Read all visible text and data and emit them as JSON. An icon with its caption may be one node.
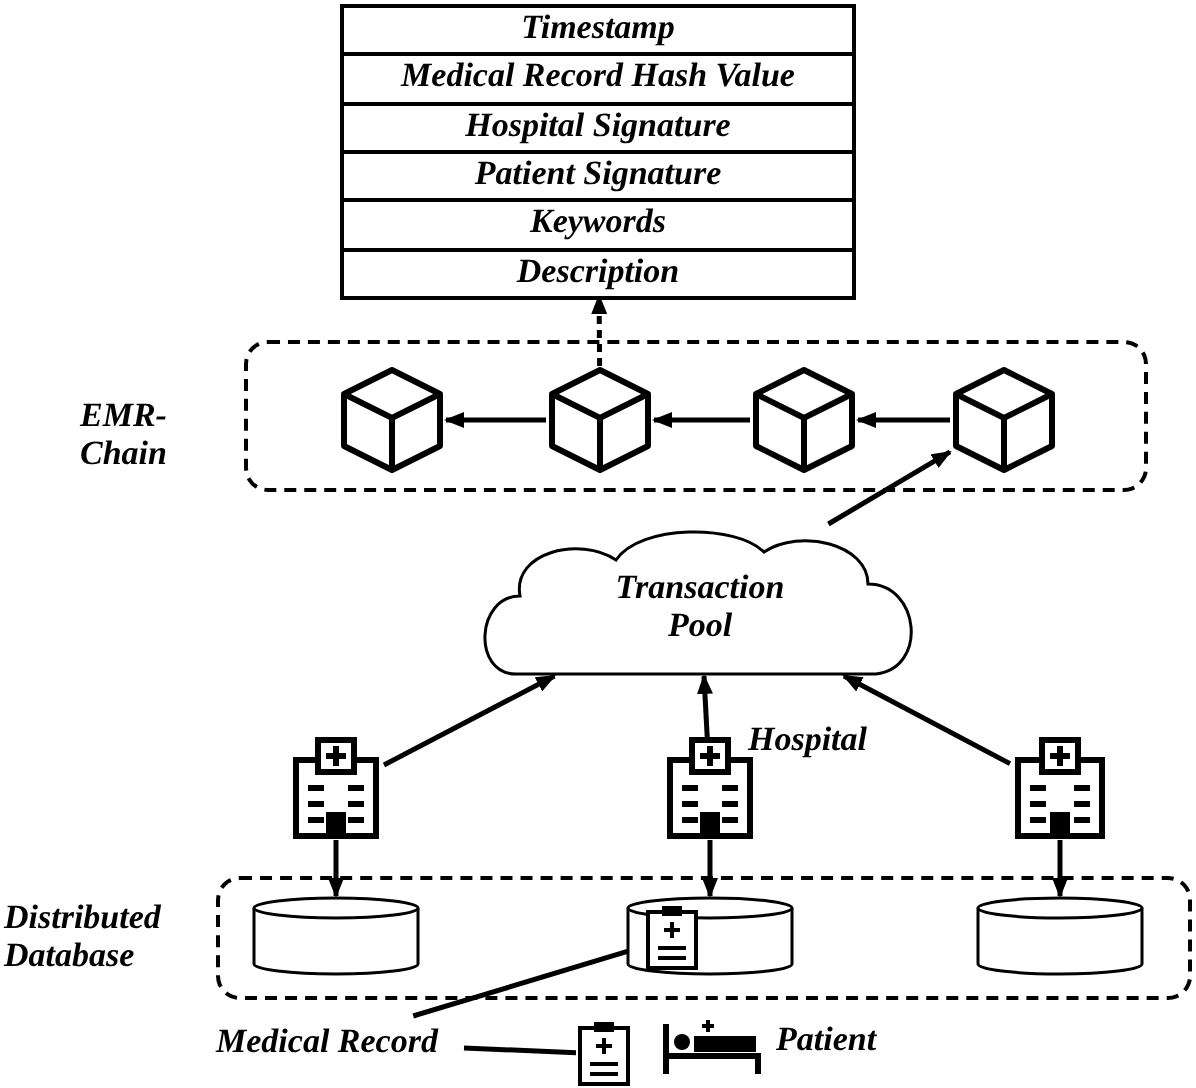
{
  "diagram": {
    "nodes": [
      {
        "text": [
          "Timestamp",
          "Medical Record Hash Value",
          "Hospital Signature",
          "Patient Signature",
          "Keywords",
          "Description"
        ]
      },
      {
        "text": [
          "EMR-Chain"
        ]
      },
      {
        "text": [],
        "shape": "cube",
        "in": 1
      },
      {
        "text": [],
        "shape": "cube",
        "in": 1
      },
      {
        "text": [],
        "shape": "cube",
        "in": 1
      },
      {
        "text": [],
        "shape": "cube",
        "in": 1
      },
      {
        "text": [
          "Transaction Pool"
        ]
      },
      {
        "text": [],
        "shape": "building"
      },
      {
        "text": [],
        "shape": "building",
        "beside": [
          "Hospital"
        ]
      },
      {
        "text": [],
        "shape": "building"
      },
      {
        "text": [
          "Distributed Database"
        ]
      },
      {
        "text": [],
        "shape": "cylinder",
        "in": 10
      },
      {
        "text": [],
        "shape": "cylinder",
        "in": 10
      },
      {
        "text": [],
        "shape": "cylinder",
        "in": 10
      },
      {
        "text": [],
        "shape": "document",
        "in": 12
      },
      {
        "text": [
          "Medical Record"
        ]
      },
      {
        "text": [],
        "shape": "document"
      },
      {
        "text": [],
        "shape": "person",
        "beside": [
          "Patient"
        ]
      }
    ],
    "edges": [
      {
        "from": 3,
        "to": 2,
        "arrow": "to"
      },
      {
        "from": 4,
        "to": 3,
        "arrow": "to"
      },
      {
        "from": 5,
        "to": 4,
        "arrow": "to"
      },
      {
        "from": 3,
        "to": 0,
        "arrow": "to",
        "style": "dashed"
      },
      {
        "from": 6,
        "to": 5,
        "arrow": "to"
      },
      {
        "from": 7,
        "to": 6,
        "arrow": "to"
      },
      {
        "from": 8,
        "to": 6,
        "arrow": "to"
      },
      {
        "from": 9,
        "to": 6,
        "arrow": "to"
      },
      {
        "from": 7,
        "to": 11,
        "arrow": "to"
      },
      {
        "from": 8,
        "to": 12,
        "arrow": "to"
      },
      {
        "from": 9,
        "to": 13,
        "arrow": "to"
      },
      {
        "from": 15,
        "to": 14,
        "arrow": "none"
      },
      {
        "from": 15,
        "to": 16,
        "arrow": "none"
      }
    ]
  }
}
